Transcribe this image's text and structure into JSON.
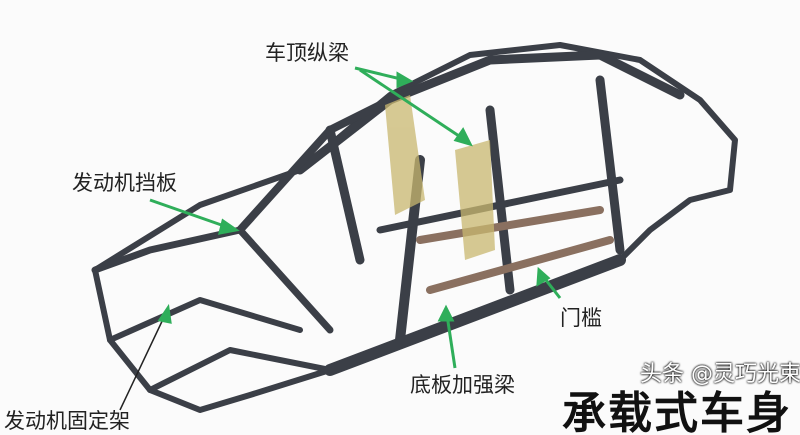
{
  "labels": {
    "roof_rail": "车顶纵梁",
    "firewall": "发动机挡板",
    "sill": "门槛",
    "floor_beam": "底板加强梁",
    "engine_mount": "发动机固定架"
  },
  "title": "承载式车身",
  "watermark": "头条 @灵巧光束",
  "colors": {
    "arrow": "#2fae5a",
    "frame": "#3b3f47",
    "pillar": "#c9b870"
  }
}
